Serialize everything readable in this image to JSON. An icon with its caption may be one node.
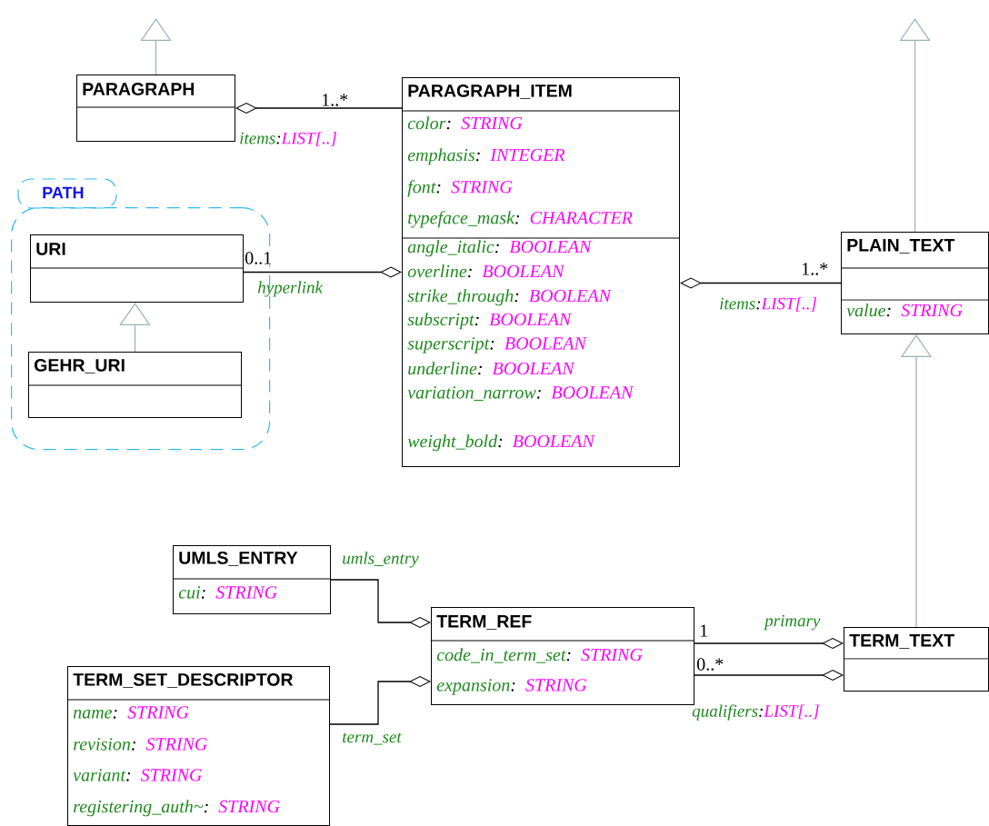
{
  "diagram": {
    "nodes": [
      {
        "text": [
          "PARAGRAPH"
        ]
      },
      {
        "text": [
          "PARAGRAPH_ITEM",
          "color: STRING",
          "emphasis: INTEGER",
          "font: STRING",
          "typeface_mask: CHARACTER",
          "angle_italic: BOOLEAN",
          "overline: BOOLEAN",
          "strike_through: BOOLEAN",
          "subscript: BOOLEAN",
          "superscript: BOOLEAN",
          "underline: BOOLEAN",
          "variation_narrow: BOOLEAN",
          "weight_bold: BOOLEAN"
        ]
      },
      {
        "text": [
          "PATH"
        ]
      },
      {
        "text": [
          "URI"
        ],
        "in": 2
      },
      {
        "text": [
          "GEHR_URI"
        ],
        "in": 2
      },
      {
        "text": [
          "PLAIN_TEXT",
          "value: STRING"
        ]
      },
      {
        "text": [
          "UMLS_ENTRY",
          "cui: STRING"
        ]
      },
      {
        "text": [
          "TERM_REF",
          "code_in_term_set: STRING",
          "expansion: STRING"
        ]
      },
      {
        "text": [
          "TERM_SET_DESCRIPTOR",
          "name: STRING",
          "revision: STRING",
          "variant: STRING",
          "registering_auth~: STRING"
        ]
      },
      {
        "text": [
          "TERM_TEXT"
        ]
      }
    ],
    "edges": [
      {
        "from": 0,
        "to": 1,
        "arrow": "other",
        "label": "items:LIST[..]"
      },
      {
        "from": 1,
        "to": 3,
        "arrow": "other",
        "label": "hyperlink"
      },
      {
        "from": 1,
        "to": 5,
        "arrow": "other",
        "label": "items:LIST[..]"
      },
      {
        "from": 7,
        "to": 6,
        "arrow": "other",
        "label": "umls_entry"
      },
      {
        "from": 7,
        "to": 8,
        "arrow": "other",
        "label": "term_set"
      },
      {
        "from": 9,
        "to": 7,
        "arrow": "other",
        "label": "primary"
      },
      {
        "from": 9,
        "to": 7,
        "arrow": "other",
        "label": "qualifiers:LIST[..]"
      },
      {
        "from": 4,
        "to": 3,
        "arrow": "to",
        "color": "#9ab4b8"
      },
      {
        "from": 9,
        "to": 5,
        "arrow": "to",
        "color": "#9ab4b8"
      },
      {
        "from": 0,
        "to": null,
        "arrow": "to",
        "color": "#9ab4b8"
      },
      {
        "from": 5,
        "to": null,
        "arrow": "to",
        "color": "#9ab4b8"
      }
    ],
    "labels": [
      "1..*",
      "0..1",
      "1..*",
      "1",
      "0..*"
    ]
  }
}
